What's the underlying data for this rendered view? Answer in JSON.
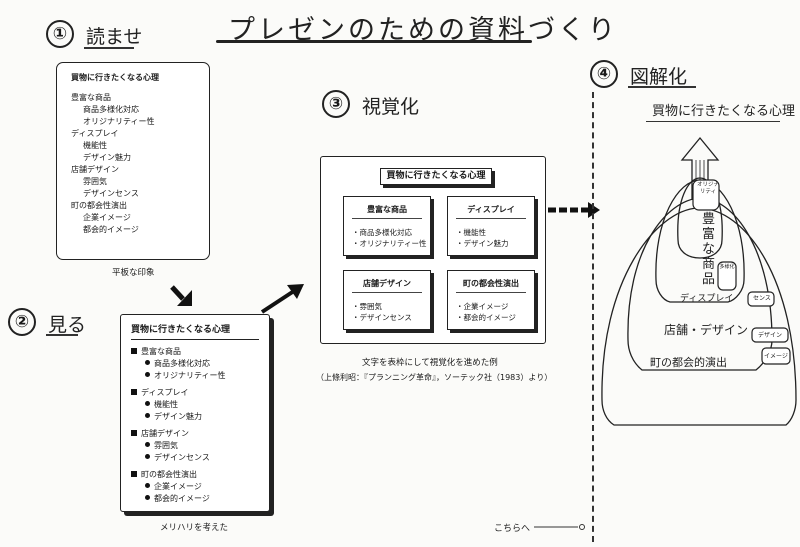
{
  "title": "プレゼンのための資料づくり",
  "steps": [
    {
      "num": "①",
      "label": "読ませ"
    },
    {
      "num": "②",
      "label": "見る"
    },
    {
      "num": "③",
      "label": "視覚化"
    },
    {
      "num": "④",
      "label": "図解化"
    }
  ],
  "plain": {
    "heading": "買物に行きたくなる心理",
    "lines": [
      {
        "text": "豊富な商品",
        "level": 0
      },
      {
        "text": "商品多様化対応",
        "level": 1
      },
      {
        "text": "オリジナリティー性",
        "level": 1
      },
      {
        "text": "ディスプレイ",
        "level": 0
      },
      {
        "text": "機能性",
        "level": 1
      },
      {
        "text": "デザイン魅力",
        "level": 1
      },
      {
        "text": "店舗デザイン",
        "level": 0
      },
      {
        "text": "雰囲気",
        "level": 1
      },
      {
        "text": "デザインセンス",
        "level": 1
      },
      {
        "text": "町の都会性演出",
        "level": 0
      },
      {
        "text": "企業イメージ",
        "level": 1
      },
      {
        "text": "都会的イメージ",
        "level": 1
      }
    ],
    "caption": "平板な印象"
  },
  "emphasis": {
    "heading": "買物に行きたくなる心理",
    "groups": [
      {
        "title": "豊富な商品",
        "items": [
          "商品多様化対応",
          "オリジナリティー性"
        ]
      },
      {
        "title": "ディスプレイ",
        "items": [
          "機能性",
          "デザイン魅力"
        ]
      },
      {
        "title": "店舗デザイン",
        "items": [
          "雰囲気",
          "デザインセンス"
        ]
      },
      {
        "title": "町の都会性演出",
        "items": [
          "企業イメージ",
          "都会的イメージ"
        ]
      }
    ],
    "caption": "メリハリを考えた"
  },
  "visual": {
    "heading": "買物に行きたくなる心理",
    "cells": [
      {
        "title": "豊富な商品",
        "items": [
          "商品多様化対応",
          "オリジナリティー性"
        ]
      },
      {
        "title": "ディスプレイ",
        "items": [
          "機能性",
          "デザイン魅力"
        ]
      },
      {
        "title": "店舗デザイン",
        "items": [
          "雰囲気",
          "デザインセンス"
        ]
      },
      {
        "title": "町の都会性演出",
        "items": [
          "企業イメージ",
          "都会的イメージ"
        ]
      }
    ],
    "caption_line1": "文字を表枠にして視覚化を進めた例",
    "caption_line2": "（上條利昭：『プランニング革命』，ソーテック社（1983）より）"
  },
  "diagram": {
    "subtitle": "買物に行きたくなる心理",
    "layers": [
      "豊富な商品",
      "ディスプレイ",
      "店舗・デザイン",
      "町の都会的演出"
    ],
    "tags": [
      "オリジナリティ",
      "多様化",
      "センス",
      "デザイン",
      "イメージ"
    ]
  },
  "footer_note": "こちらへ"
}
